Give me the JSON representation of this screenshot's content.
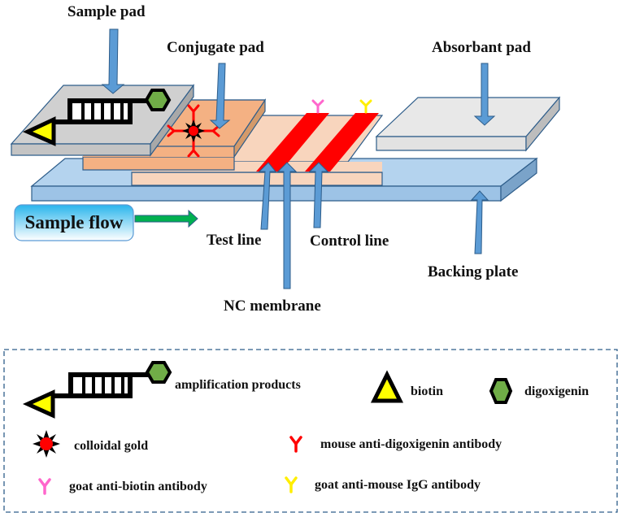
{
  "labels": {
    "sample_pad": "Sample pad",
    "conjugate_pad": "Conjugate pad",
    "absorbant_pad": "Absorbant pad",
    "test_line": "Test line",
    "control_line": "Control line",
    "nc_membrane": "NC membrane",
    "backing_plate": "Backing plate",
    "sample_flow": "Sample flow"
  },
  "legend": {
    "amplification_products": "amplification products",
    "biotin": "biotin",
    "digoxigenin": "digoxigenin",
    "colloidal_gold": "colloidal gold",
    "mouse_anti_digoxigenin": "mouse anti-digoxigenin antibody",
    "goat_anti_biotin": "goat anti-biotin antibody",
    "goat_anti_mouse": "goat anti-mouse IgG antibody"
  },
  "colors": {
    "arrow_blue": "#5b9bd5",
    "backing": "#9dc3e6",
    "membrane": "#f8d5bd",
    "conjugate": "#f4b183",
    "sample_pad": "#d0d0d0",
    "absorbant": "#e6e6e6",
    "test_control_lines": "#ff0000",
    "biotin": "#ffff00",
    "digoxigenin": "#70ad47",
    "mouse_antibody": "#ff0000",
    "goat_anti_biotin": "#ff66cc",
    "goat_anti_mouse": "#ffff00",
    "flow_arrow": "#00b050"
  }
}
